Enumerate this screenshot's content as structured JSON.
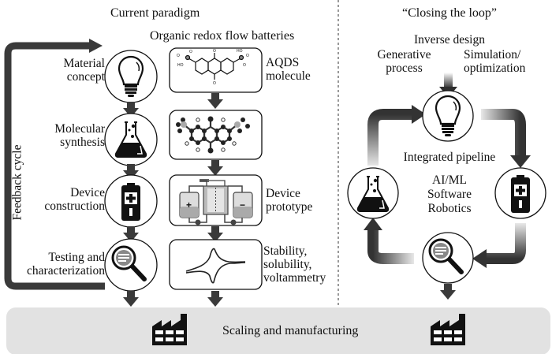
{
  "left_panel": {
    "title": "Current paradigm",
    "subtitle": "Organic redox flow batteries",
    "feedback_label": "Feedback cycle",
    "steps": [
      {
        "icon": "lightbulb-icon",
        "line1": "Material",
        "line2": "concept"
      },
      {
        "icon": "flask-icon",
        "line1": "Molecular",
        "line2": "synthesis"
      },
      {
        "icon": "battery-icon",
        "line1": "Device",
        "line2": "construction"
      },
      {
        "icon": "magnifier-icon",
        "line1": "Testing and",
        "line2": "characterization"
      }
    ],
    "examples": [
      {
        "icon": "aqds-structure-icon",
        "lines": [
          "AQDS",
          "molecule"
        ]
      },
      {
        "icon": "ball-and-stick-molecule-icon",
        "lines": []
      },
      {
        "icon": "flow-battery-icon",
        "lines": [
          "Device",
          "prototype"
        ]
      },
      {
        "icon": "cyclic-voltammogram-icon",
        "lines": [
          "Stability,",
          "solubility,",
          "voltammetry"
        ]
      }
    ]
  },
  "right_panel": {
    "title": "“Closing the loop”",
    "inverse_design": "Inverse design",
    "generative": [
      "Generative",
      "process"
    ],
    "simulation": [
      "Simulation/",
      "optimization"
    ],
    "pipeline_title": "Integrated pipeline",
    "pipeline_items": [
      "AI/ML",
      "Software",
      "Robotics"
    ]
  },
  "bottom": {
    "label": "Scaling and manufacturing",
    "icon": "factory-icon"
  },
  "colors": {
    "arrow": "#3a3a3a",
    "band": "#e2e2e2",
    "icon": "#111111"
  }
}
